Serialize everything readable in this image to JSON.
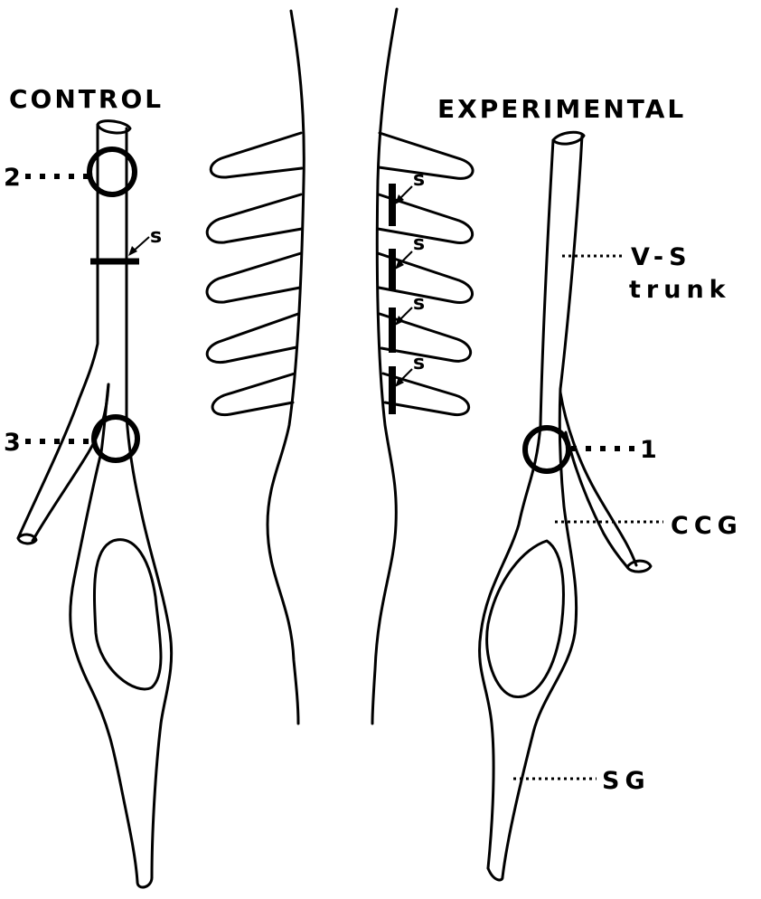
{
  "labels": {
    "control": "CONTROL",
    "experimental": "EXPERIMENTAL",
    "vs_line1": "V-S",
    "vs_line2": "trunk",
    "ccg": "CCG",
    "sg": "SG",
    "site_1": "1",
    "site_2": "2",
    "site_3": "3",
    "section_mark": "s"
  }
}
